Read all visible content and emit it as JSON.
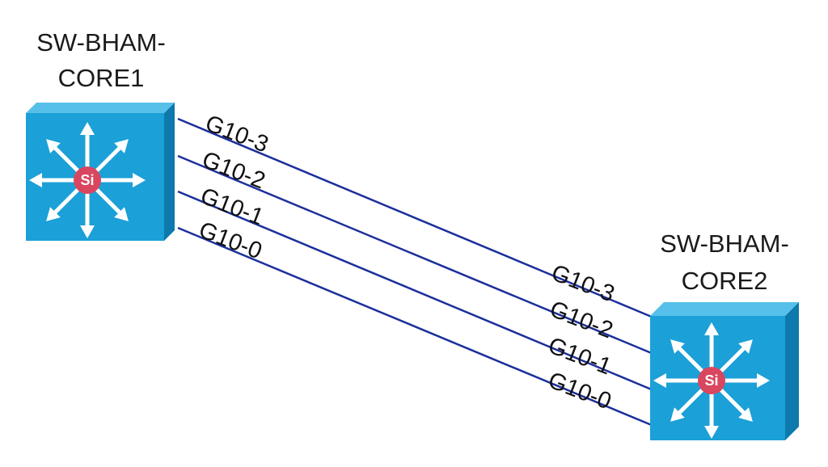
{
  "diagram": {
    "colors": {
      "switch_front": "#1ba0d7",
      "switch_top": "#56c0ea",
      "switch_side": "#0d79ad",
      "arrow": "#ffffff",
      "si_badge": "#d9465f",
      "link": "#1c2f9c"
    },
    "switches": [
      {
        "line1": "SW-BHAM-",
        "line2": "CORE1",
        "badge": "Si",
        "icon": "layer3-switch-icon"
      },
      {
        "line1": "SW-BHAM-",
        "line2": "CORE2",
        "badge": "Si",
        "icon": "layer3-switch-icon"
      }
    ],
    "links": [
      {
        "a_port": "G10-3",
        "b_port": "G10-3"
      },
      {
        "a_port": "G10-2",
        "b_port": "G10-2"
      },
      {
        "a_port": "G10-1",
        "b_port": "G10-1"
      },
      {
        "a_port": "G10-0",
        "b_port": "G10-0"
      }
    ]
  }
}
